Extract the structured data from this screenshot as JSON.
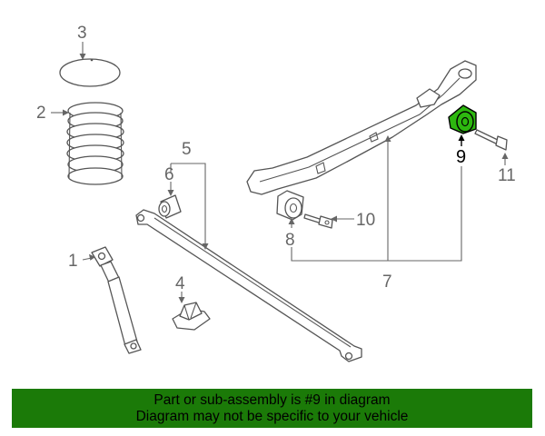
{
  "callouts": {
    "c1": "1",
    "c2": "2",
    "c3": "3",
    "c4": "4",
    "c5": "5",
    "c6": "6",
    "c7": "7",
    "c8": "8",
    "c9": "9",
    "c10": "10",
    "c11": "11"
  },
  "banner": {
    "line1": "Part or sub-assembly is #9 in diagram",
    "line2": "Diagram may not be specific to your vehicle"
  },
  "colors": {
    "highlight": "#2db80f",
    "banner_bg": "#1b7a08",
    "line": "#555555"
  }
}
